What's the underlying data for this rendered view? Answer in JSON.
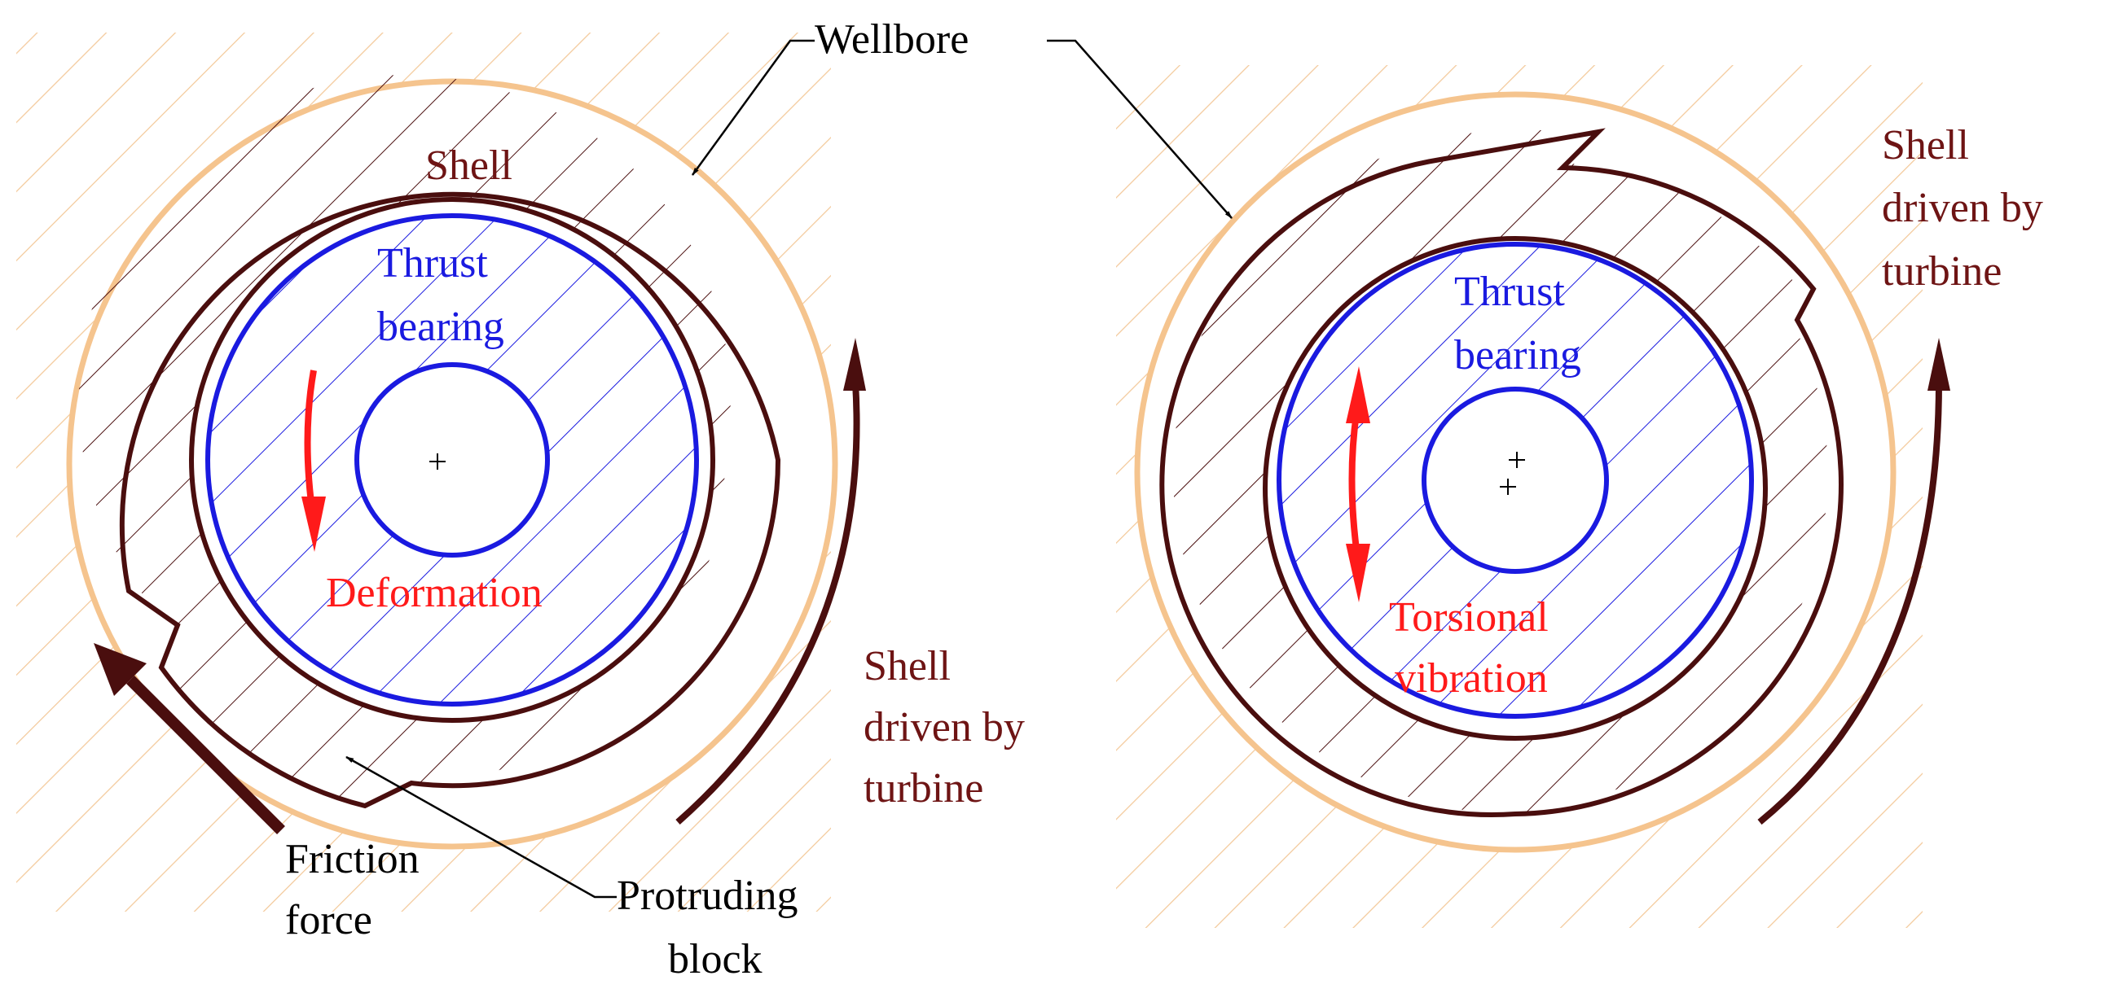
{
  "labels": {
    "wellbore": "Wellbore",
    "shell": "Shell",
    "thrust_bearing_left": [
      "Thrust",
      "bearing"
    ],
    "thrust_bearing_right": [
      "Thrust",
      "bearing"
    ],
    "deformation": "Deformation",
    "torsional_vibration": [
      "Torsional",
      "vibration"
    ],
    "shell_driven_left": [
      "Shell",
      "driven by",
      "turbine"
    ],
    "shell_driven_right": [
      "Shell",
      "driven by",
      "turbine"
    ],
    "friction_force": [
      "Friction",
      "force"
    ],
    "protruding_block": [
      "Protruding",
      "block"
    ]
  },
  "colors": {
    "wellbore": "#f5c48e",
    "shell": "#4a0e0e",
    "bearing": "#1a1ae0",
    "annotation_red": "#ff1a1a",
    "label_dark_red": "#6e1414",
    "hatch_wellbore": "#f3c99a",
    "black": "#000000"
  }
}
